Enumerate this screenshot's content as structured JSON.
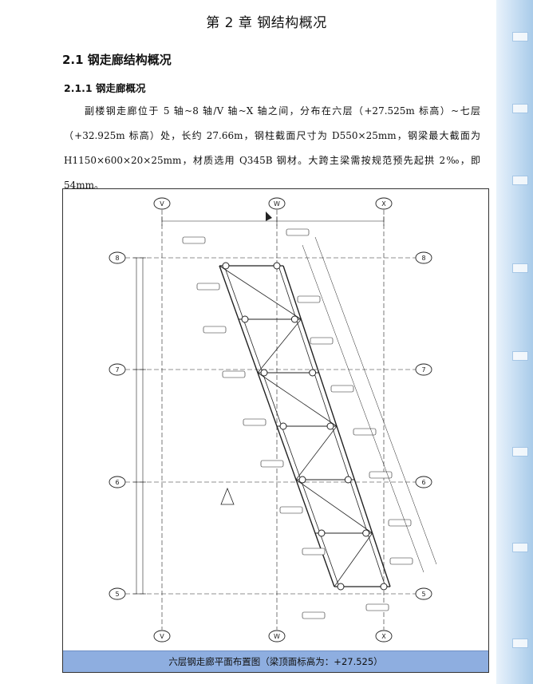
{
  "chapter": {
    "title": "第 2 章  钢结构概况"
  },
  "section": {
    "title": "2.1  钢走廊结构概况"
  },
  "subsection": {
    "title": "2.1.1  钢走廊概况"
  },
  "body": {
    "paragraph": "副楼钢走廊位于 5 轴~8 轴/V 轴~X 轴之间，分布在六层（+27.525m 标高）~七层（+32.925m 标高）处，长约 27.66m，钢柱截面尺寸为 D550×25mm，钢梁最大截面为 H1150×600×20×25mm，材质选用 Q345B 钢材。大跨主梁需按规范预先起拱 2‰，即 54mm。"
  },
  "figure": {
    "caption": "六层钢走廊平面布置图（梁顶面标高为：+27.525）",
    "grid_axes": {
      "top": [
        "V",
        "W",
        "X"
      ],
      "left": [
        "8",
        "7",
        "6",
        "5"
      ],
      "right": [
        "8",
        "7",
        "6",
        "5"
      ],
      "bottom": [
        "V",
        "W",
        "X"
      ]
    },
    "colors": {
      "line": "#222222",
      "caption_bg": "#8eaee0"
    }
  }
}
